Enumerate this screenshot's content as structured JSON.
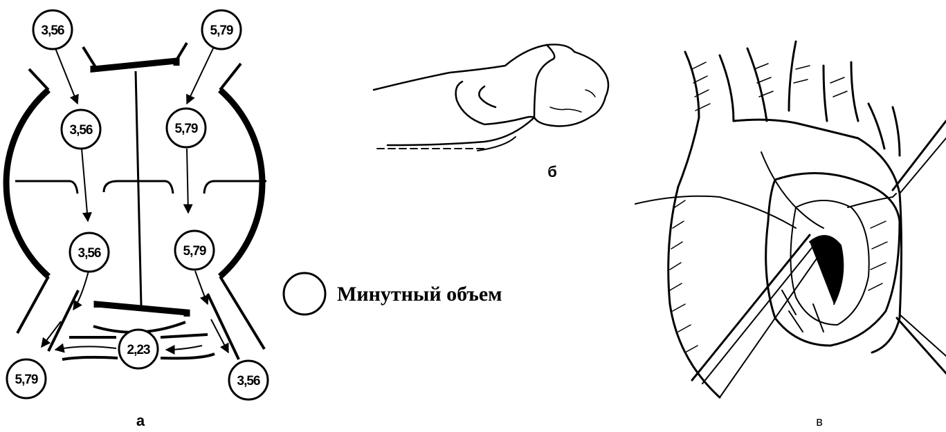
{
  "diagram_a": {
    "label": "а",
    "nodes": {
      "inlet_left": "3,56",
      "inlet_right": "5,79",
      "atrium_left": "3,56",
      "atrium_right": "5,79",
      "ventricle_left": "3,56",
      "ventricle_right": "5,79",
      "shunt": "2,23",
      "outlet_left": "5,79",
      "outlet_right": "3,56"
    }
  },
  "legend": {
    "text": "Минутный объем"
  },
  "panel_b": {
    "label": "б"
  },
  "panel_c": {
    "label": "в"
  }
}
